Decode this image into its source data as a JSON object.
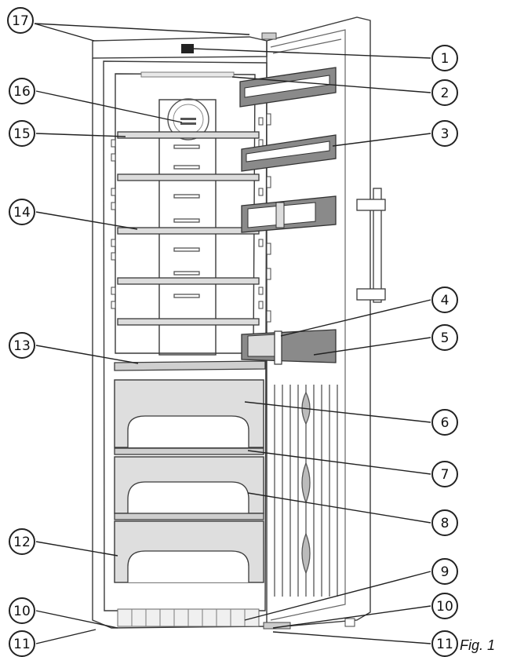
{
  "figure": {
    "caption": "Fig. 1",
    "callouts": [
      {
        "id": "c17",
        "label": "17"
      },
      {
        "id": "c1",
        "label": "1"
      },
      {
        "id": "c16",
        "label": "16"
      },
      {
        "id": "c2",
        "label": "2"
      },
      {
        "id": "c15",
        "label": "15"
      },
      {
        "id": "c3",
        "label": "3"
      },
      {
        "id": "c14",
        "label": "14"
      },
      {
        "id": "c4",
        "label": "4"
      },
      {
        "id": "c13",
        "label": "13"
      },
      {
        "id": "c5",
        "label": "5"
      },
      {
        "id": "c6",
        "label": "6"
      },
      {
        "id": "c7",
        "label": "7"
      },
      {
        "id": "c8",
        "label": "8"
      },
      {
        "id": "c12",
        "label": "12"
      },
      {
        "id": "c9",
        "label": "9"
      },
      {
        "id": "c10l",
        "label": "10"
      },
      {
        "id": "c10r",
        "label": "10"
      },
      {
        "id": "c11l",
        "label": "11"
      },
      {
        "id": "c11r",
        "label": "11"
      }
    ]
  },
  "colors": {
    "line": "#3a3a3a",
    "shelf_fill": "#dcdcdc",
    "drawer_fill": "#dedede",
    "door_bin_fill": "#8a8a8a",
    "background": "#ffffff"
  }
}
